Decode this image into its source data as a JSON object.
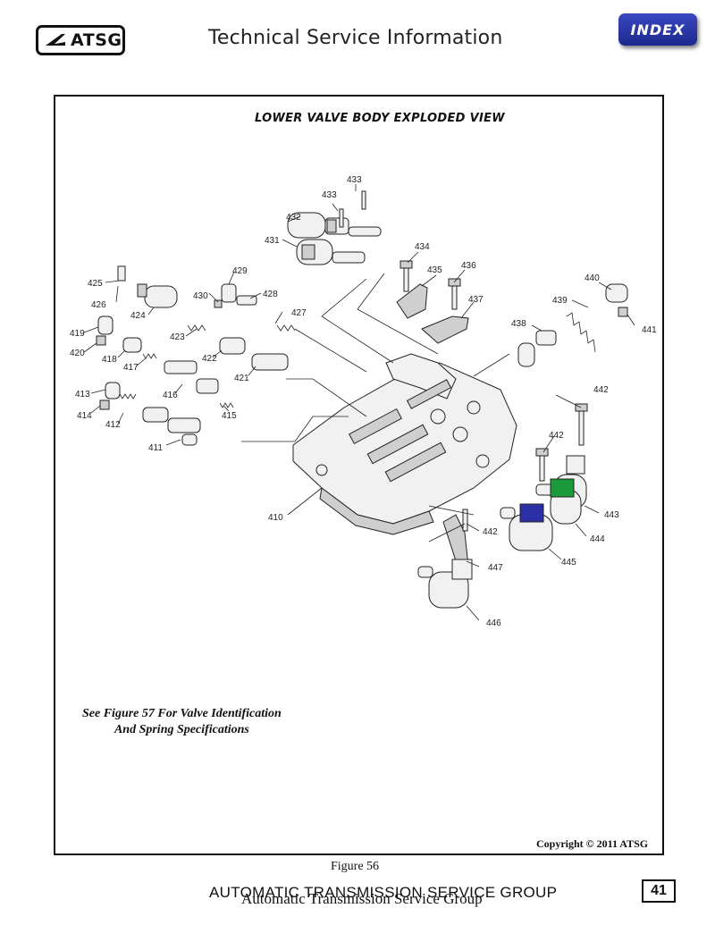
{
  "header": {
    "logo_text": "ATSG",
    "title": "Technical Service Information",
    "index_label": "INDEX"
  },
  "figure": {
    "title": "LOWER VALVE BODY EXPLODED VIEW",
    "note_line1": "See Figure 57 For Valve Identification",
    "note_line2": "And Spring Specifications",
    "copyright": "Copyright © 2011 ATSG",
    "caption": "Figure 56"
  },
  "diagram": {
    "part_labels": [
      "433",
      "433",
      "432",
      "431",
      "434",
      "435",
      "436",
      "437",
      "440",
      "439",
      "441",
      "438",
      "425",
      "426",
      "424",
      "429",
      "430",
      "428",
      "427",
      "423",
      "419",
      "420",
      "418",
      "417",
      "422",
      "421",
      "413",
      "414",
      "412",
      "416",
      "415",
      "411",
      "410",
      "442",
      "442",
      "443",
      "444",
      "445",
      "442",
      "447",
      "446"
    ],
    "colors": {
      "green_solenoid": "#1a9a3a",
      "blue_solenoid": "#2b2fa6",
      "black_connector": "#151515"
    }
  },
  "footer": {
    "text_sans": "AUTOMATIC TRANSMISSION SERVICE GROUP",
    "text_serif": "Automatic Transmission Service Group",
    "page_number": "41"
  },
  "colors": {
    "index_button": "#2a36aa",
    "border": "#111111"
  }
}
